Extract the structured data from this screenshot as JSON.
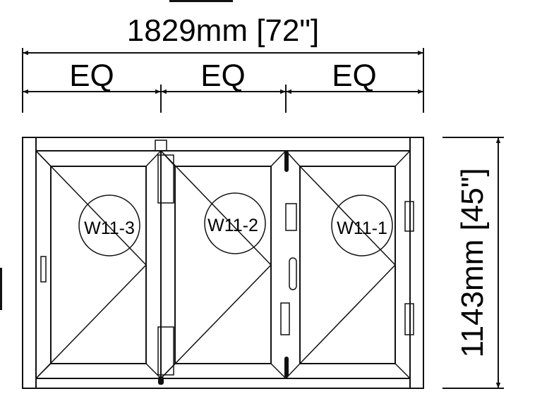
{
  "dimensions": {
    "overall_width": "1829mm [72\"]",
    "overall_height": "1143mm [45\"]",
    "segments": [
      "EQ",
      "EQ",
      "EQ"
    ]
  },
  "panels": [
    {
      "tag": "W11-3"
    },
    {
      "tag": "W11-2"
    },
    {
      "tag": "W11-1"
    }
  ]
}
